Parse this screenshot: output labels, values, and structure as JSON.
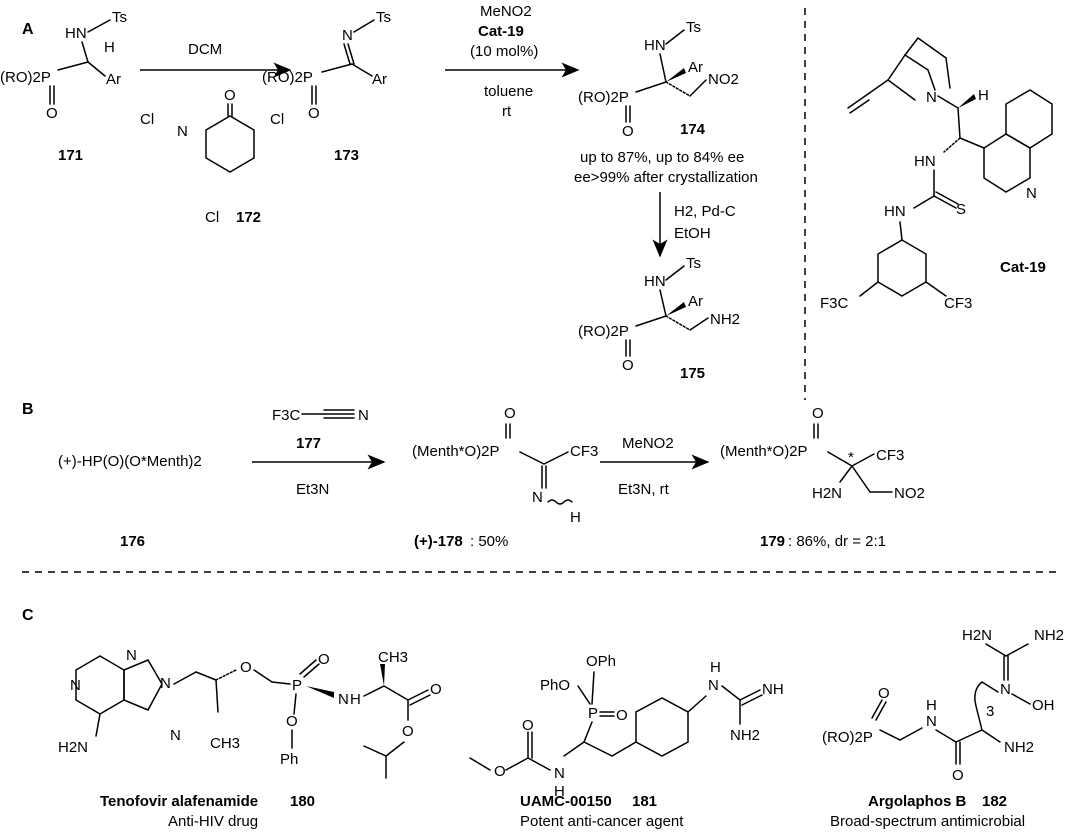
{
  "sections": {
    "a": "A",
    "b": "B",
    "c": "C"
  },
  "panel_a": {
    "c171_nh": "HN",
    "c171_ts": "Ts",
    "c171_h": "H",
    "c171_ar": "Ar",
    "c171_ro2p": "(RO)2P",
    "c171_o": "O",
    "c171_id": "171",
    "arrow1_reagent": "DCM",
    "c172_cl1": "Cl",
    "c172_cl2": "Cl",
    "c172_cl3": "Cl",
    "c172_n": "N",
    "c172_o": "O",
    "c172_id": "172",
    "c173_n": "N",
    "c173_ts": "Ts",
    "c173_ro2p": "(RO)2P",
    "c173_ar": "Ar",
    "c173_o": "O",
    "c173_id": "173",
    "arrow2_line1": "MeNO2",
    "arrow2_line2": "Cat-19",
    "arrow2_line3": "(10 mol%)",
    "arrow2_line4": "toluene",
    "arrow2_line5": "rt",
    "c174_hn": "HN",
    "c174_ts": "Ts",
    "c174_ar": "Ar",
    "c174_no2": "NO2",
    "c174_ro2p": "(RO)2P",
    "c174_o": "O",
    "c174_id": "174",
    "result_line1": "up to 87%, up to 84% ee",
    "result_line2": "ee>99% after crystallization",
    "arrow3_line1": "H2, Pd-C",
    "arrow3_line2": "EtOH",
    "c175_hn": "HN",
    "c175_ts": "Ts",
    "c175_ar": "Ar",
    "c175_nh2": "NH2",
    "c175_ro2p": "(RO)2P",
    "c175_o": "O",
    "c175_id": "175",
    "cat_n": "N",
    "cat_h": "H",
    "cat_hn": "HN",
    "cat_s": "S",
    "cat_nh": "HN",
    "cat_qn": "N",
    "cat_cf3_left": "F3C",
    "cat_cf3_right": "CF3",
    "cat_id": "Cat-19"
  },
  "panel_b": {
    "c176_text": "(+)-HP(O)(O*Menth)2",
    "c176_id": "176",
    "c177_text": "F3C",
    "c177_n": "N",
    "c177_id": "177",
    "arrow1_below": "Et3N",
    "c178_menth": "(Menth*O)2P",
    "c178_o": "O",
    "c178_cf3": "CF3",
    "c178_n": "N",
    "c178_h": "H",
    "c178_id": "(+)-178",
    "c178_yield": ": 50%",
    "arrow2_line1": "MeNO2",
    "arrow2_line2": "Et3N, rt",
    "c179_menth": "(Menth*O)2P",
    "c179_o": "O",
    "c179_star": "*",
    "c179_cf3": "CF3",
    "c179_h2n": "H2N",
    "c179_no2": "NO2",
    "c179_id": "179",
    "c179_yield": ": 86%, dr = 2:1"
  },
  "panel_c": {
    "c180": {
      "atoms": {
        "n1": "N",
        "n2": "N",
        "n3": "N",
        "n4": "N",
        "h2n": "H2N",
        "o1": "O",
        "p": "P",
        "o2": "O",
        "nh": "N",
        "h": "H",
        "ch3a": "CH3",
        "ch3b": "CH3",
        "o3": "O",
        "ph": "Ph",
        "o4": "O",
        "o5": "O"
      },
      "name": "Tenofovir alafenamide",
      "id": "180",
      "desc": "Anti-HIV drug"
    },
    "c181": {
      "atoms": {
        "pho1": "PhO",
        "oph": "OPh",
        "p": "P",
        "o": "O",
        "o2": "O",
        "o3": "O",
        "n": "N",
        "h": "H",
        "nh1": "N",
        "h1": "H",
        "nh": "NH",
        "nh2": "NH2"
      },
      "name": "UAMC-00150",
      "id": "181",
      "desc": "Potent anti-cancer agent"
    },
    "c182": {
      "atoms": {
        "h2n": "H2N",
        "nh2": "NH2",
        "n": "N",
        "oh": "OH",
        "three": "3",
        "o": "O",
        "ro2p": "(RO)2P",
        "h": "H",
        "n2": "N",
        "o2": "O",
        "nh2b": "NH2"
      },
      "name": "Argolaphos B",
      "id": "182",
      "desc": "Broad-spectrum antimicrobial"
    }
  }
}
